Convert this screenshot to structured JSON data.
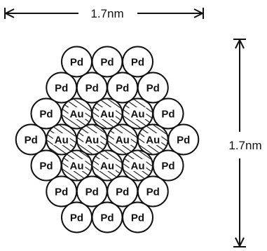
{
  "dimensions": {
    "width_label": "1.7nm",
    "height_label": "1.7nm"
  },
  "cluster": {
    "shell_element": "Pd",
    "core_element": "Au",
    "rows": [
      [
        "Pd",
        "Pd",
        "Pd"
      ],
      [
        "Pd",
        "Pd",
        "Pd",
        "Pd"
      ],
      [
        "Pd",
        "Au",
        "Au",
        "Au",
        "Pd"
      ],
      [
        "Pd",
        "Au",
        "Au",
        "Au",
        "Au",
        "Pd"
      ],
      [
        "Pd",
        "Au",
        "Au",
        "Au",
        "Pd"
      ],
      [
        "Pd",
        "Pd",
        "Pd",
        "Pd"
      ],
      [
        "Pd",
        "Pd",
        "Pd"
      ]
    ]
  }
}
